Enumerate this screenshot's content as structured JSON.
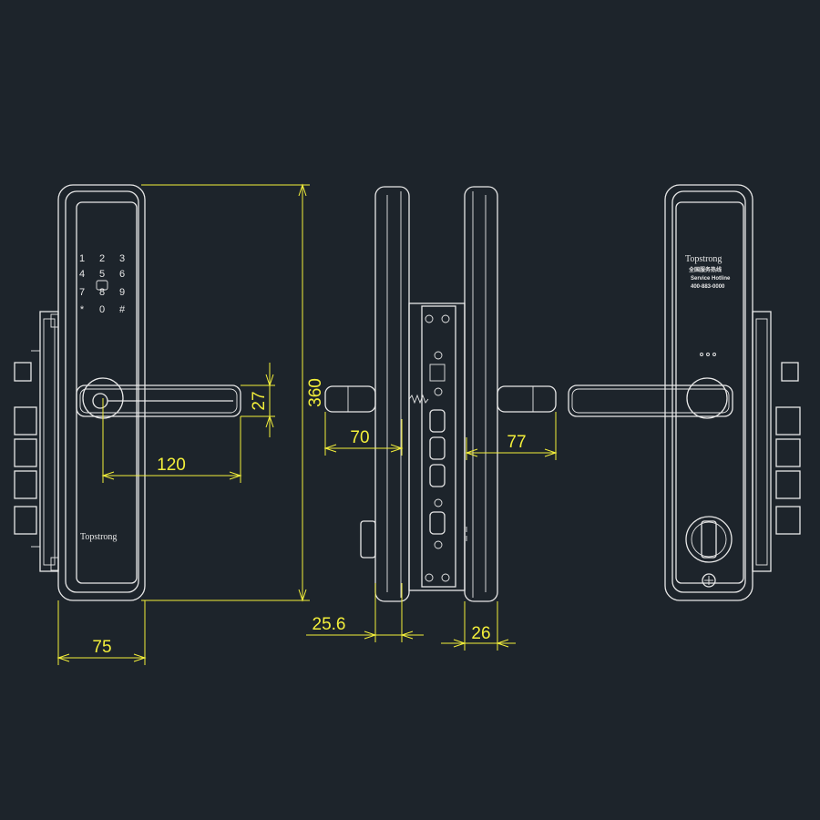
{
  "front_panel": {
    "keypad": [
      "1",
      "2",
      "3",
      "4",
      "5",
      "6",
      "7",
      "8",
      "9",
      "*",
      "0",
      "#"
    ],
    "brand": "Topstrong"
  },
  "back_panel": {
    "brand": "Topstrong",
    "hotline_title": "全国服务热线",
    "hotline_label": "Service Hotline",
    "hotline_number": "400-883-0000"
  },
  "dimensions": {
    "height": "360",
    "handle_height": "27",
    "handle_length": "120",
    "width": "75",
    "front_handle_depth": "70",
    "back_handle_depth": "77",
    "front_panel_thickness": "25.6",
    "back_panel_thickness": "26"
  },
  "colors": {
    "background": "#1d242b",
    "line": "#e8e8e8",
    "dimension": "#f3ef3a"
  }
}
